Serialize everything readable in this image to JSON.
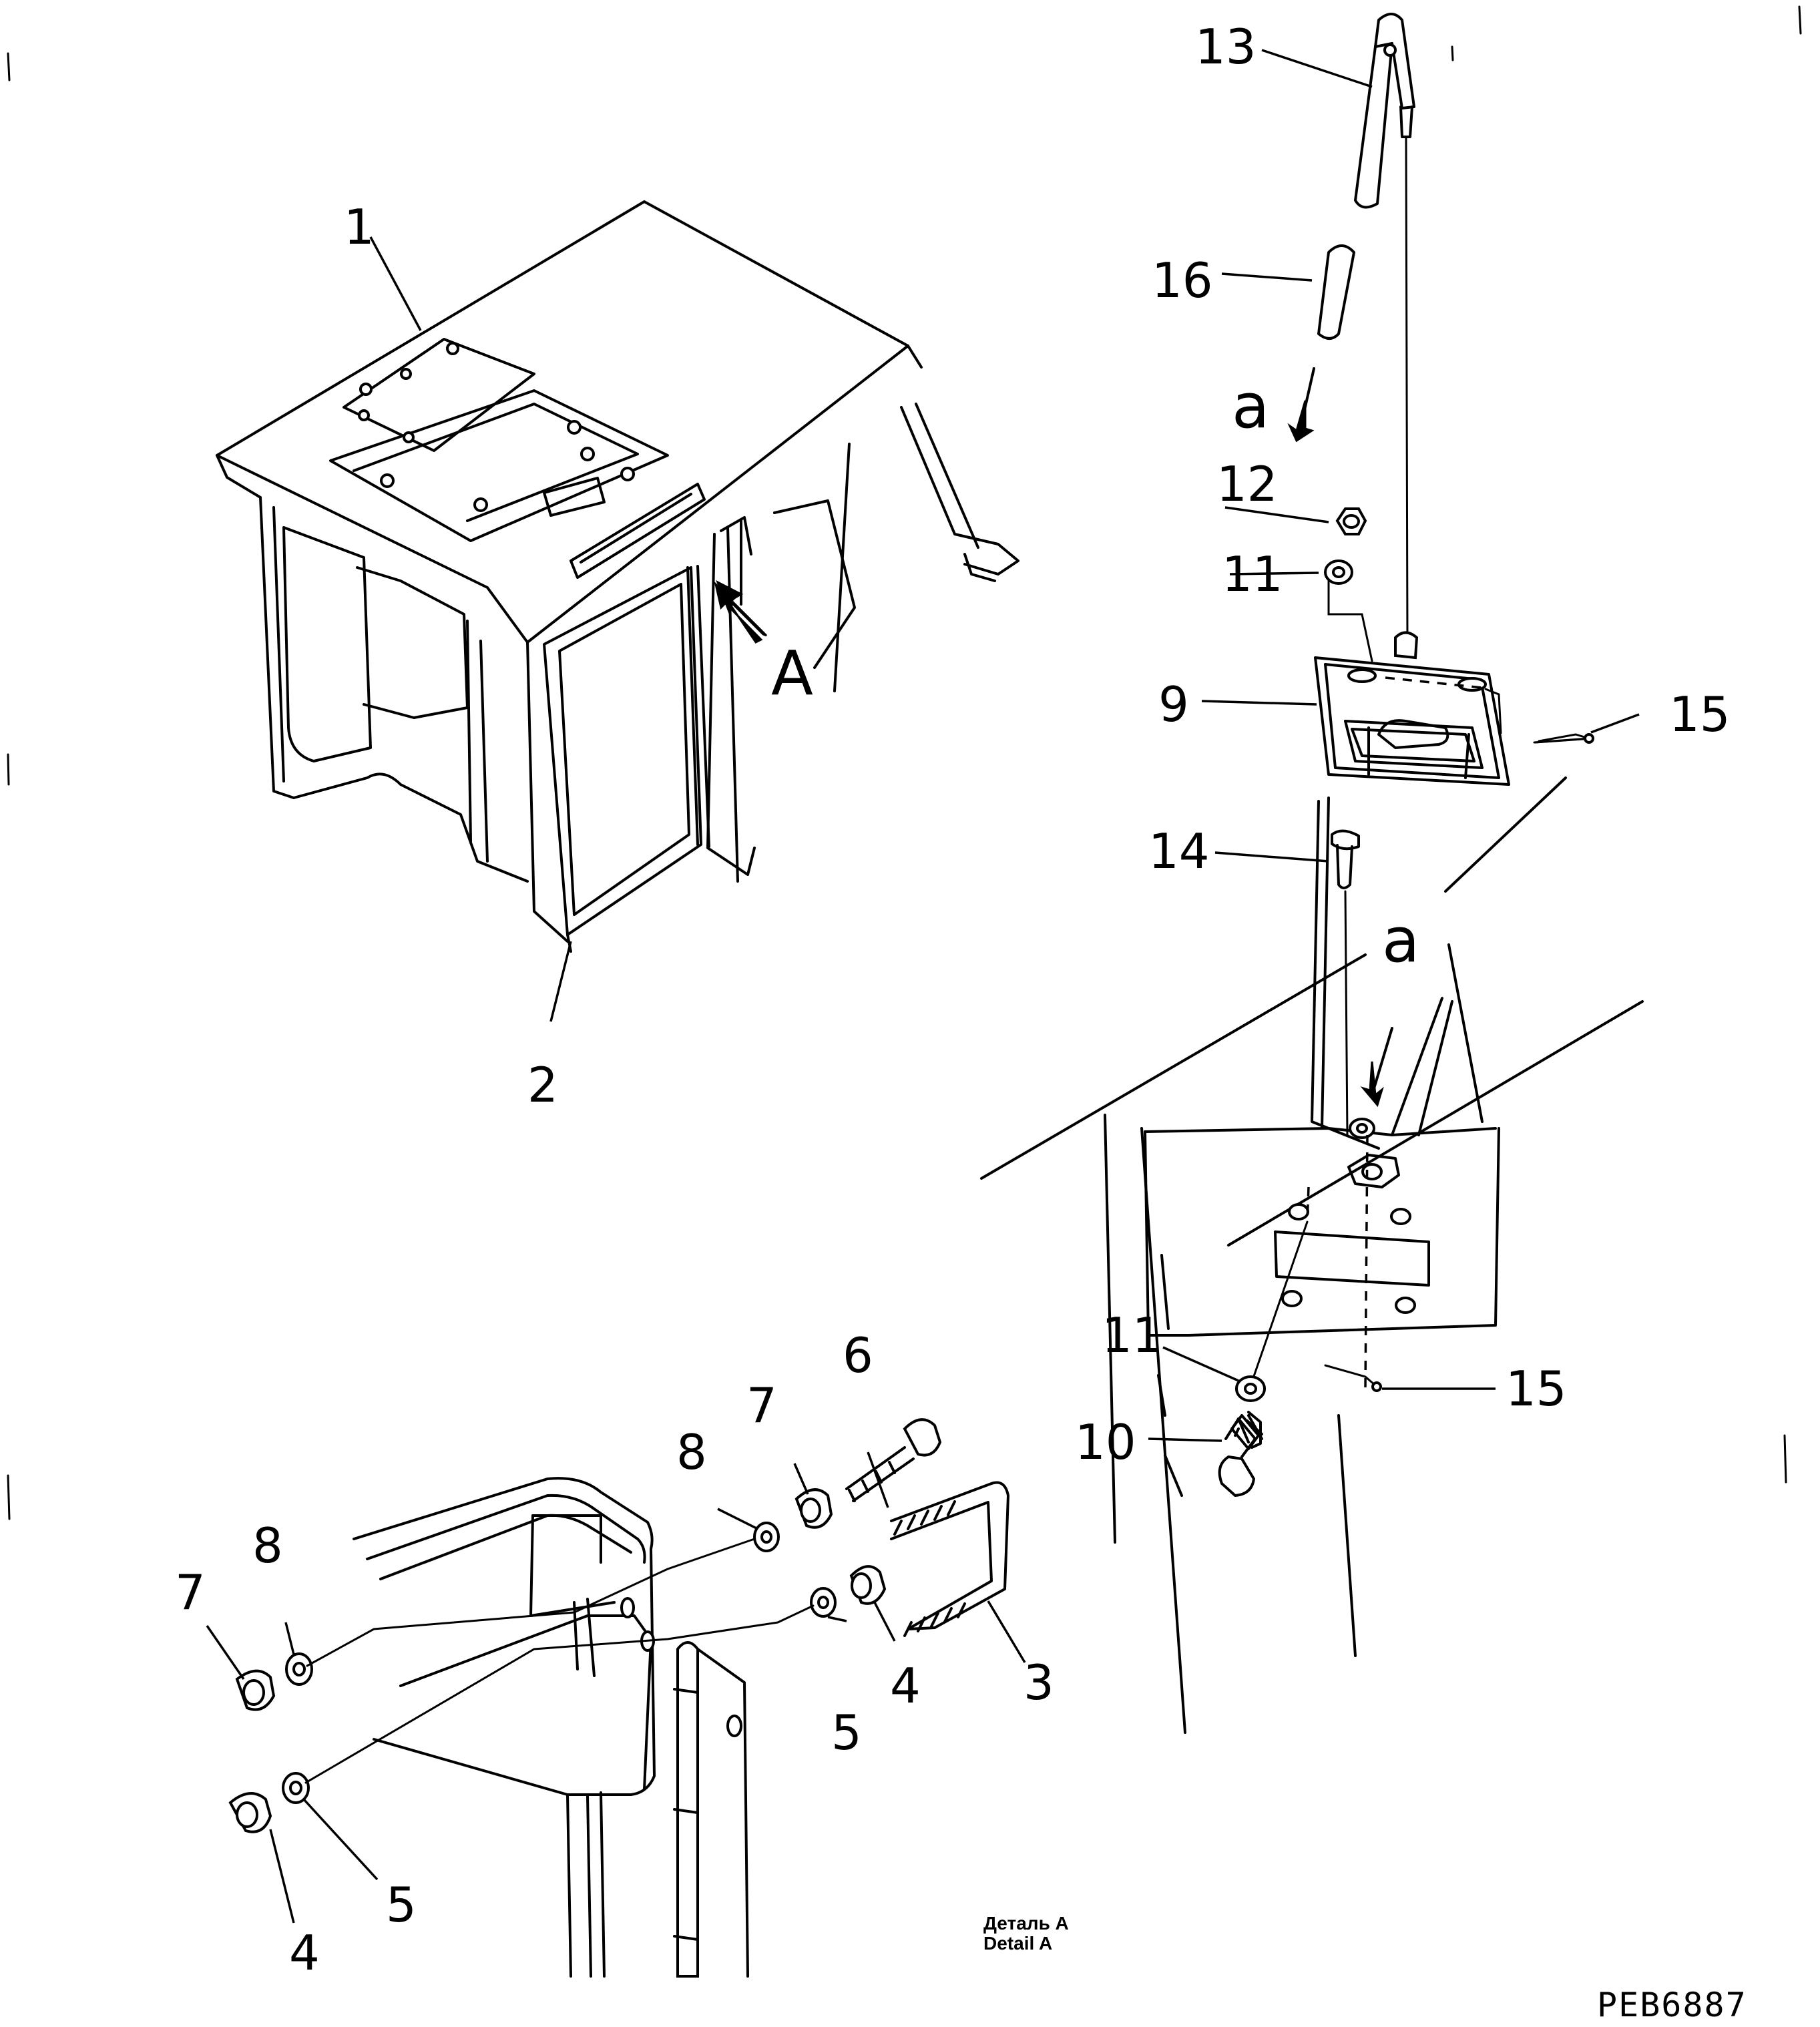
{
  "diagram": {
    "callouts": {
      "c1": "1",
      "c2": "2",
      "c3": "3",
      "c4a": "4",
      "c4b": "4",
      "c5a": "5",
      "c5b": "5",
      "c6": "6",
      "c7a": "7",
      "c7b": "7",
      "c8a": "8",
      "c8b": "8",
      "c9": "9",
      "c10": "10",
      "c11a": "11",
      "c11b": "11",
      "c12": "12",
      "c13": "13",
      "c14": "14",
      "c15a": "15",
      "c15b": "15",
      "c16": "16"
    },
    "view_marks": {
      "detail_a": "A",
      "arrow_a_upper": "a",
      "arrow_a_lower": "a"
    },
    "caption_ru": "Деталь A",
    "caption_en": "Detail A",
    "drawing_code": "PEB6887"
  }
}
